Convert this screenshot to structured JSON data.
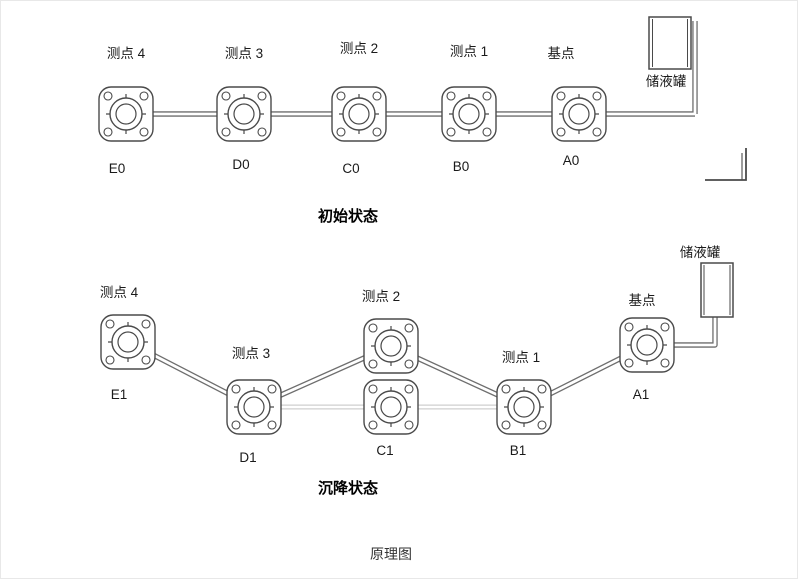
{
  "title": "原理图",
  "top": {
    "caption": "初始状态",
    "tank_label": "储液罐",
    "stations": [
      {
        "point_label": "测点 4",
        "code": "E0"
      },
      {
        "point_label": "测点 3",
        "code": "D0"
      },
      {
        "point_label": "测点 2",
        "code": "C0"
      },
      {
        "point_label": "测点 1",
        "code": "B0"
      },
      {
        "point_label": "基点",
        "code": "A0"
      }
    ]
  },
  "bottom": {
    "caption": "沉降状态",
    "tank_label": "储液罐",
    "stations": [
      {
        "point_label": "测点 4",
        "code": "E1"
      },
      {
        "point_label": "测点 3",
        "code": "D1"
      },
      {
        "point_label": "测点 2",
        "code": "C1"
      },
      {
        "point_label": "测点 1",
        "code": "B1"
      },
      {
        "point_label": "基点",
        "code": "A1"
      }
    ]
  }
}
